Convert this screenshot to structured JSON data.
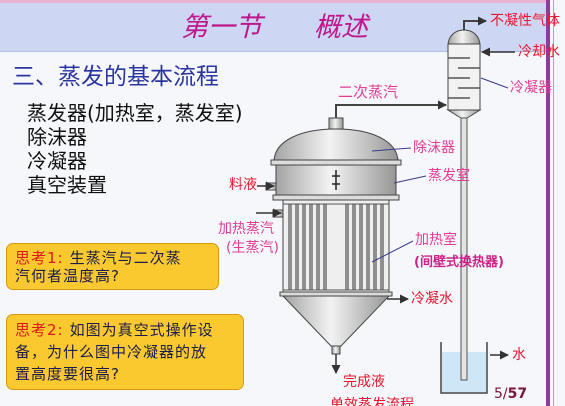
{
  "slide": {
    "header": {
      "section": "第一节",
      "title": "概述"
    },
    "heading": "三、蒸发的基本流程",
    "equipment": [
      "蒸发器(加热室，蒸发室)",
      "除沫器",
      "冷凝器",
      "真空装置"
    ],
    "questions": [
      {
        "tag": "思考1:",
        "lines": [
          "生蒸汽与二次蒸",
          "汽何者温度高?"
        ]
      },
      {
        "tag": "思考2:",
        "lines": [
          "如图为真空式操作设",
          "备，为什么图中冷凝器的放",
          "置高度要很高?"
        ]
      }
    ],
    "diagram": {
      "labels": {
        "noncondensable_gas": "不凝性气体",
        "cooling_water": "冷却水",
        "condenser": "冷凝器",
        "secondary_vapor": "二次蒸汽",
        "demister": "除沫器",
        "evaporation_chamber": "蒸发室",
        "feed": "料液",
        "heating_steam": "加热蒸汽",
        "live_steam": "(生蒸汽)",
        "heating_chamber": "加热室",
        "heat_exchanger_type": "(间壁式换热器)",
        "condensate": "冷凝水",
        "product": "完成液",
        "water": "水"
      }
    },
    "caption": "单效蒸发流程",
    "page": {
      "current": "5",
      "separator": "/",
      "total": "57"
    }
  },
  "colors": {
    "title": "#c0168c",
    "heading": "#2b35a0",
    "label_pink": "#e33d95",
    "label_red": "#e8162e",
    "question_box": "#f9c92f",
    "question_tag": "#e01818",
    "side_stripe": "#8e3c9c",
    "header_band": "#cdd6f3"
  }
}
